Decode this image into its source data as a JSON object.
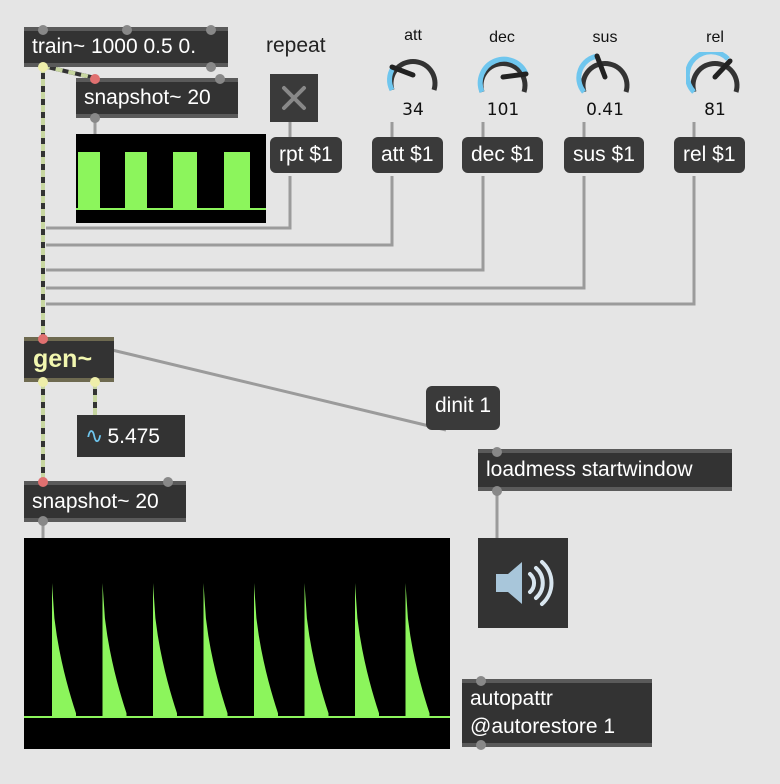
{
  "patcher": {
    "objects": {
      "train": "train~ 1000 0.5 0.",
      "snapshot_top": "snapshot~ 20",
      "snapshot_bottom": "snapshot~ 20",
      "gen": "gen~",
      "loadmess": "loadmess startwindow",
      "autopattr_line1": "autopattr",
      "autopattr_line2": "@autorestore 1"
    },
    "messages": {
      "rpt": "rpt $1",
      "att": "att $1",
      "dec": "dec $1",
      "sus": "sus $1",
      "rel": "rel $1",
      "dinit": "dinit 1"
    },
    "toggle": {
      "label": "repeat",
      "state": "on"
    },
    "dials": [
      {
        "label": "att",
        "value": "34"
      },
      {
        "label": "dec",
        "value": "101"
      },
      {
        "label": "sus",
        "value": "0.41"
      },
      {
        "label": "rel",
        "value": "81"
      }
    ],
    "number_box": {
      "value": "5.475",
      "icon": "signal-wave-icon"
    },
    "speaker": {
      "icon": "speaker-icon"
    }
  },
  "colors": {
    "patch_background": "#e5e5e5",
    "object_fill": "#333333",
    "scope_trace": "#8cf55c",
    "signal_cord": "#c7d6a0",
    "dial_arc": "#6fc6ee",
    "gen_text": "#f2f7b0"
  }
}
